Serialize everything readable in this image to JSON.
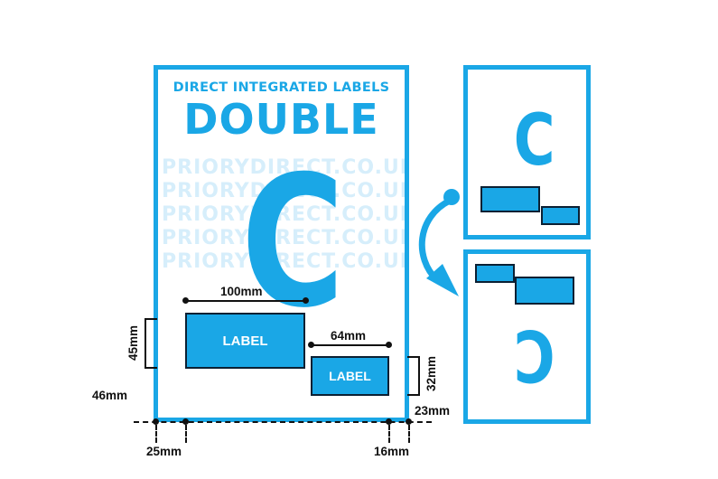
{
  "sheet": {
    "title_small": "DIRECT INTEGRATED LABELS",
    "title_big": "DOUBLE",
    "big_letter": "C",
    "watermark_lines": [
      "PRIORYDIRECT.CO.UK",
      "PRIORYDIRECT.CO.UK",
      "PRIORYDIRECT.CO.UK",
      "PRIORYDIRECT.CO.UK",
      "PRIORYDIRECT.CO.UK"
    ],
    "label_large": "LABEL",
    "label_small": "LABEL"
  },
  "measurements": {
    "width_large": "100mm",
    "height_large": "45mm",
    "width_small": "64mm",
    "height_small": "32mm",
    "offset_46": "46mm",
    "offset_23": "23mm",
    "offset_25": "25mm",
    "offset_16": "16mm"
  },
  "orientation_views": {
    "top_letter": "C",
    "bottom_letter": "C"
  },
  "colors": {
    "accent": "#1aa7e6",
    "label_border": "#0b2033",
    "watermark": "#d6eefb"
  }
}
